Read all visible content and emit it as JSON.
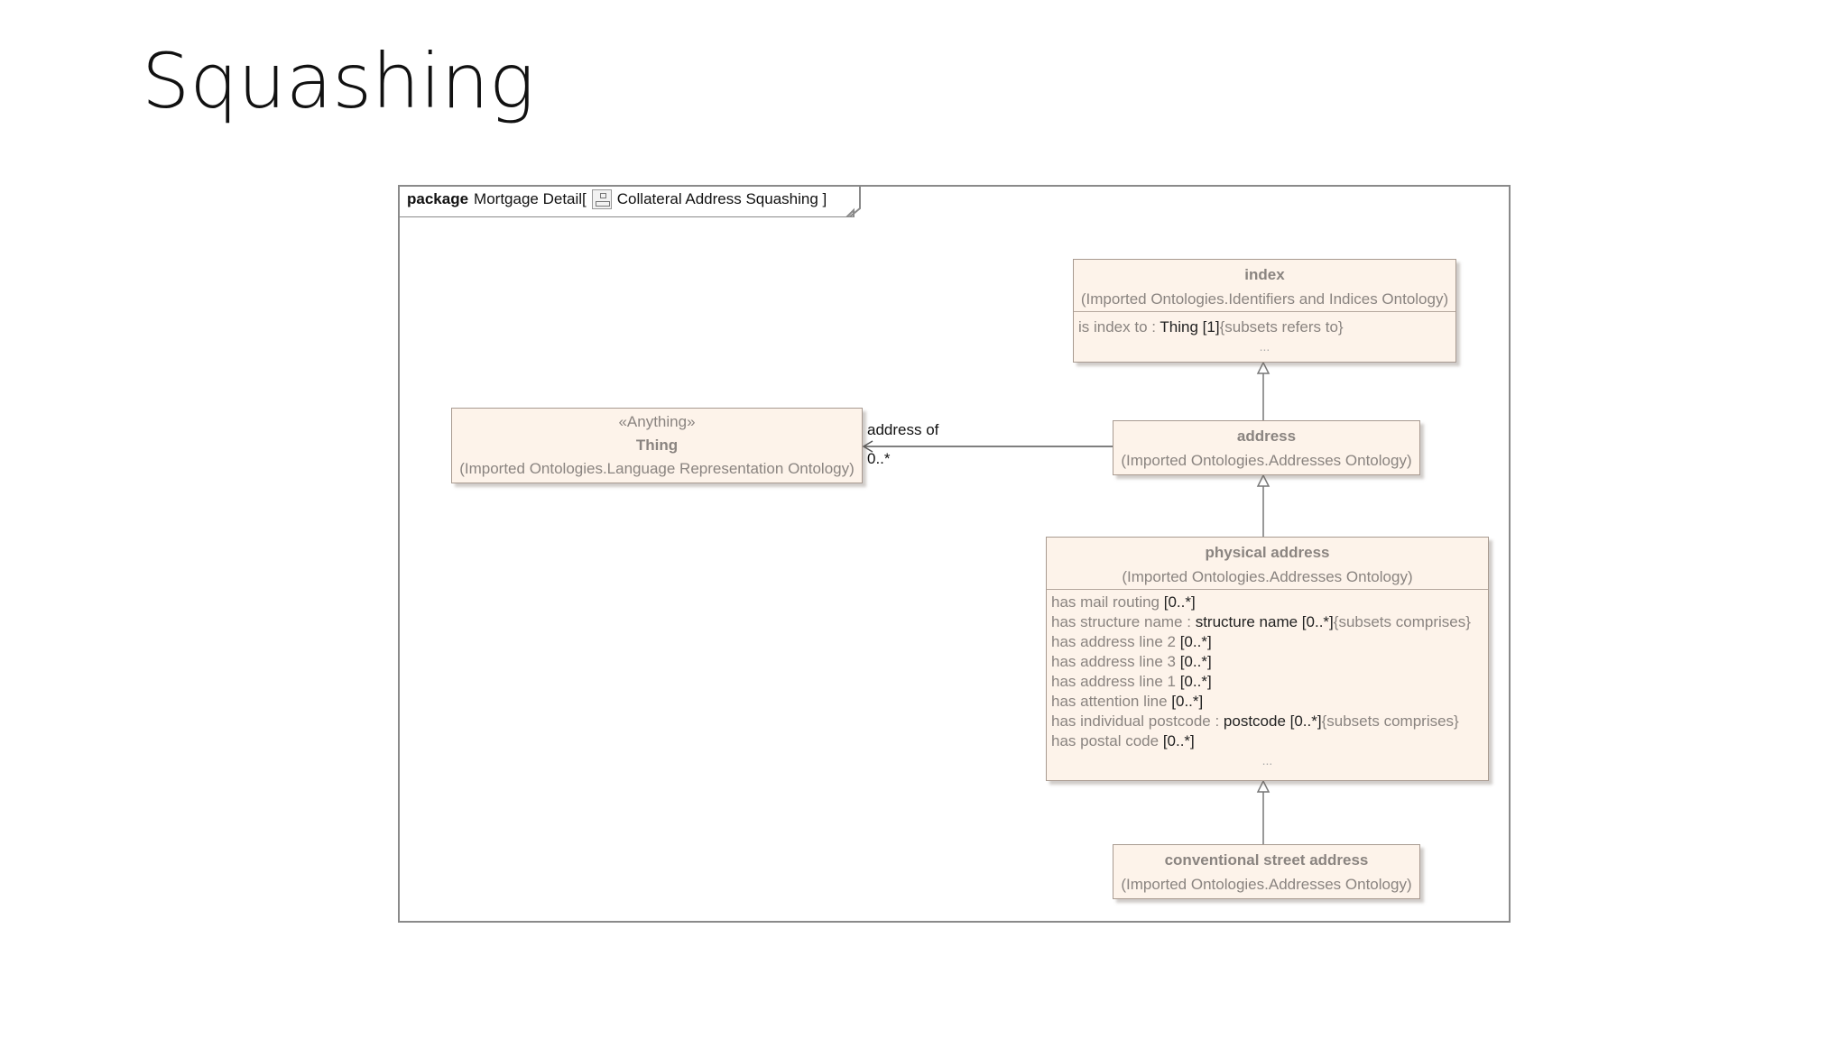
{
  "slide": {
    "title": "Squashing"
  },
  "frame": {
    "keyword": "package",
    "name": "Mortgage Detail[",
    "diagram_name": "Collateral Address Squashing ]",
    "icon": "class-diagram-icon"
  },
  "classes": {
    "index": {
      "name": "index",
      "owner": "(Imported Ontologies.Identifiers and Indices Ontology)",
      "attrs": [
        {
          "pre": "is index to : ",
          "dark": "Thing [1]",
          "post": "{subsets refers to}"
        }
      ],
      "more": "..."
    },
    "thing": {
      "stereotype": "«Anything»",
      "name": "Thing",
      "owner": "(Imported Ontologies.Language Representation Ontology)"
    },
    "address": {
      "name": "address",
      "owner": "(Imported Ontologies.Addresses Ontology)"
    },
    "physical_address": {
      "name": "physical address",
      "owner": "(Imported Ontologies.Addresses Ontology)",
      "attrs": [
        {
          "pre": "has mail routing ",
          "dark": "[0..*]",
          "post": ""
        },
        {
          "pre": "has structure name : ",
          "dark": "structure name [0..*]",
          "post": "{subsets comprises}"
        },
        {
          "pre": "has address line 2 ",
          "dark": "[0..*]",
          "post": ""
        },
        {
          "pre": "has address line 3 ",
          "dark": "[0..*]",
          "post": ""
        },
        {
          "pre": "has address line 1 ",
          "dark": "[0..*]",
          "post": ""
        },
        {
          "pre": "has attention line ",
          "dark": "[0..*]",
          "post": ""
        },
        {
          "pre": "has individual postcode : ",
          "dark": "postcode [0..*]",
          "post": "{subsets comprises}"
        },
        {
          "pre": "has postal code ",
          "dark": "[0..*]",
          "post": ""
        }
      ],
      "more": "..."
    },
    "conventional": {
      "name": "conventional street address",
      "owner": "(Imported Ontologies.Addresses Ontology)"
    }
  },
  "association": {
    "role": "address of",
    "multiplicity": "0..*"
  }
}
